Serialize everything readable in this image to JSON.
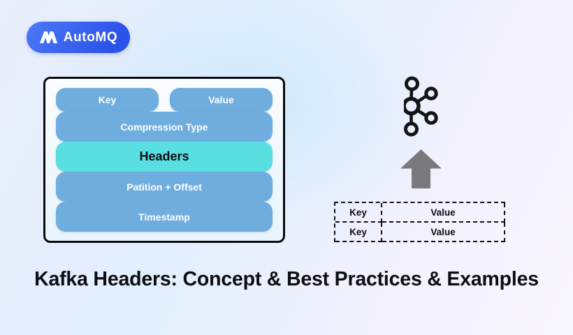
{
  "brand": {
    "name": "AutoMQ",
    "icon": "automq-m-icon"
  },
  "record_box": {
    "top_row": [
      "Key",
      "Value"
    ],
    "full_rows": [
      {
        "label": "Compression Type",
        "highlight": false
      },
      {
        "label": "Headers",
        "highlight": true
      },
      {
        "label": "Patition + Offset",
        "highlight": false
      },
      {
        "label": "Timestamp",
        "highlight": false
      }
    ]
  },
  "icons": {
    "kafka": "kafka-logo-icon",
    "arrow": "up-arrow-icon"
  },
  "headers_table": {
    "rows": [
      {
        "key": "Key",
        "value": "Value"
      },
      {
        "key": "Key",
        "value": "Value"
      }
    ]
  },
  "title": "Kafka Headers: Concept & Best Practices & Examples",
  "colors": {
    "pill_blue": "#6fadde",
    "highlight_cyan": "#59dfe1",
    "brand_blue_start": "#4a79f7",
    "brand_blue_end": "#2b51e9",
    "arrow_gray": "#7a7a7d",
    "line_black": "#111116"
  }
}
